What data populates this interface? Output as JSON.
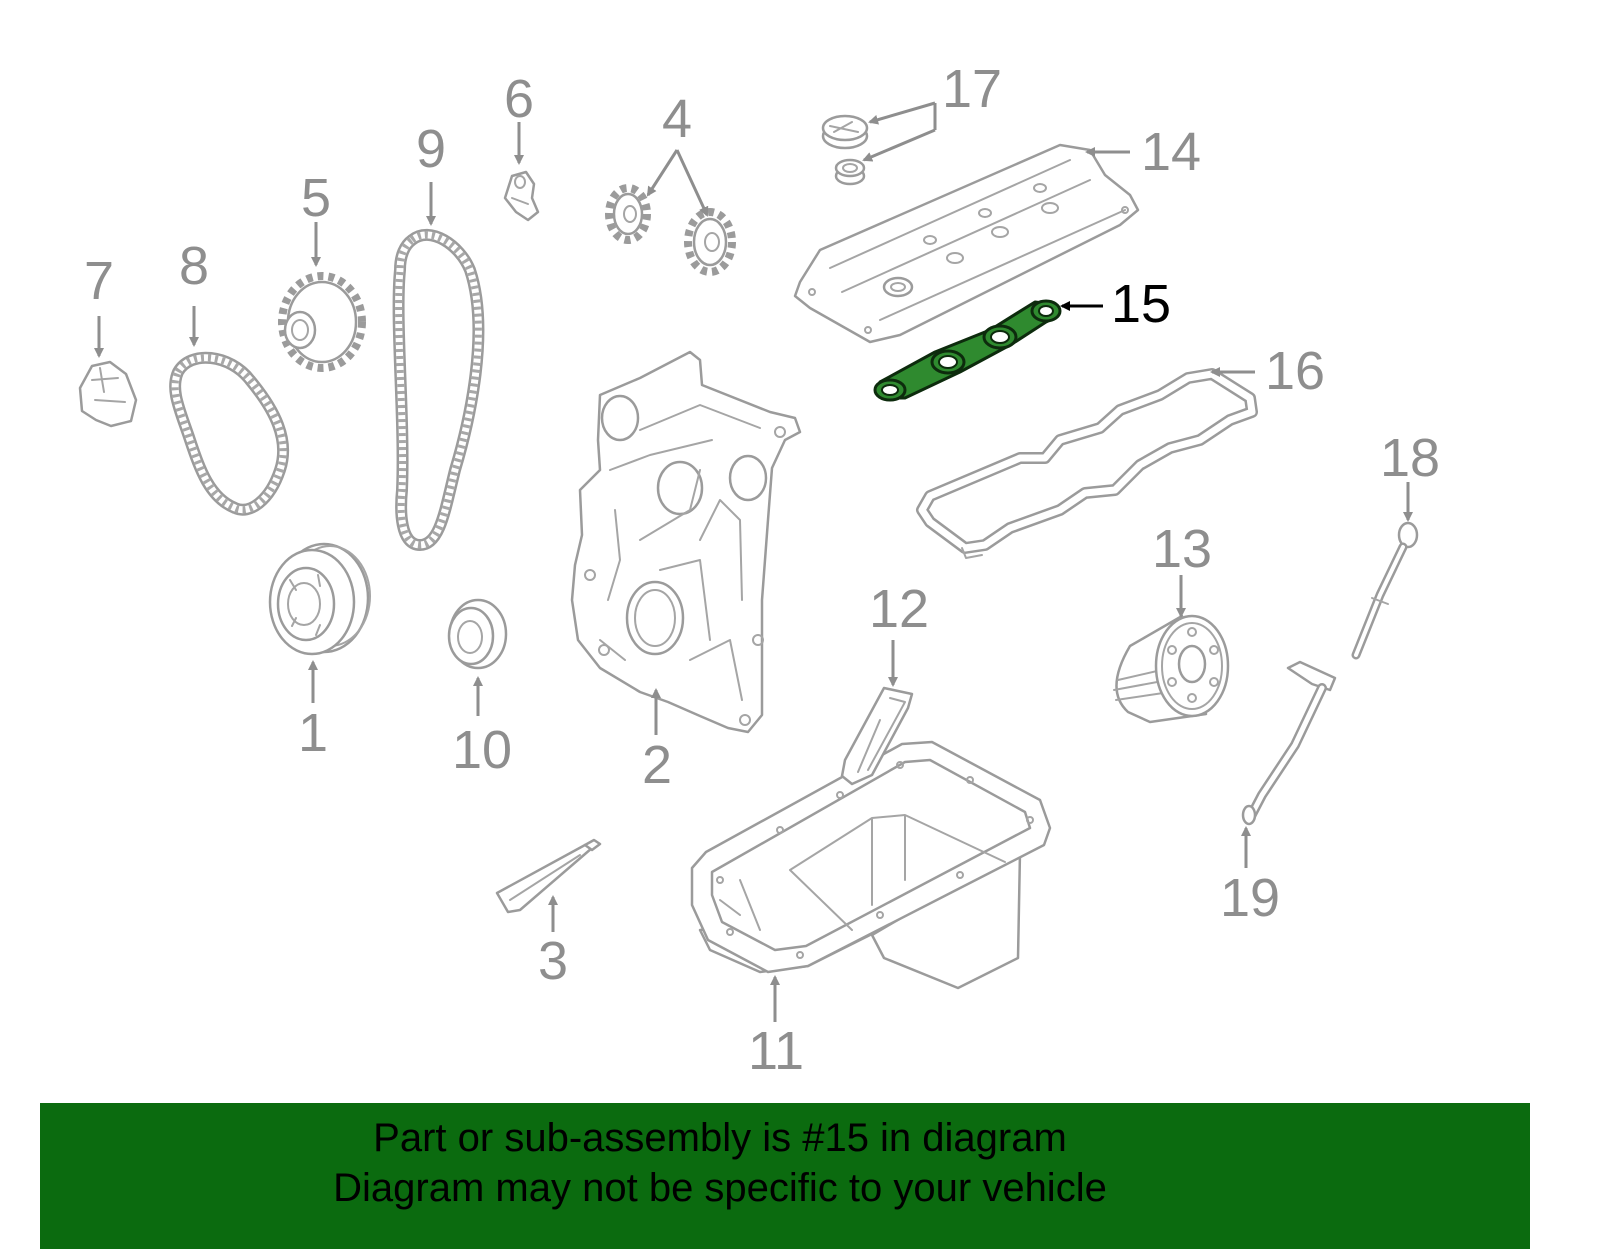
{
  "callouts": [
    "1",
    "2",
    "3",
    "4",
    "5",
    "6",
    "7",
    "8",
    "9",
    "10",
    "11",
    "12",
    "13",
    "14",
    "15",
    "16",
    "17",
    "18",
    "19"
  ],
  "banner": {
    "line1": "Part or sub-assembly is #15 in diagram",
    "line2": "Diagram may not be specific to your vehicle"
  },
  "colors": {
    "banner": "#0b6b0f",
    "highlight_part": "#2f8a2f",
    "line_art": "#9b9b9b",
    "callout_text": "#8e8e8e",
    "highlight_callout_text": "#000000"
  }
}
